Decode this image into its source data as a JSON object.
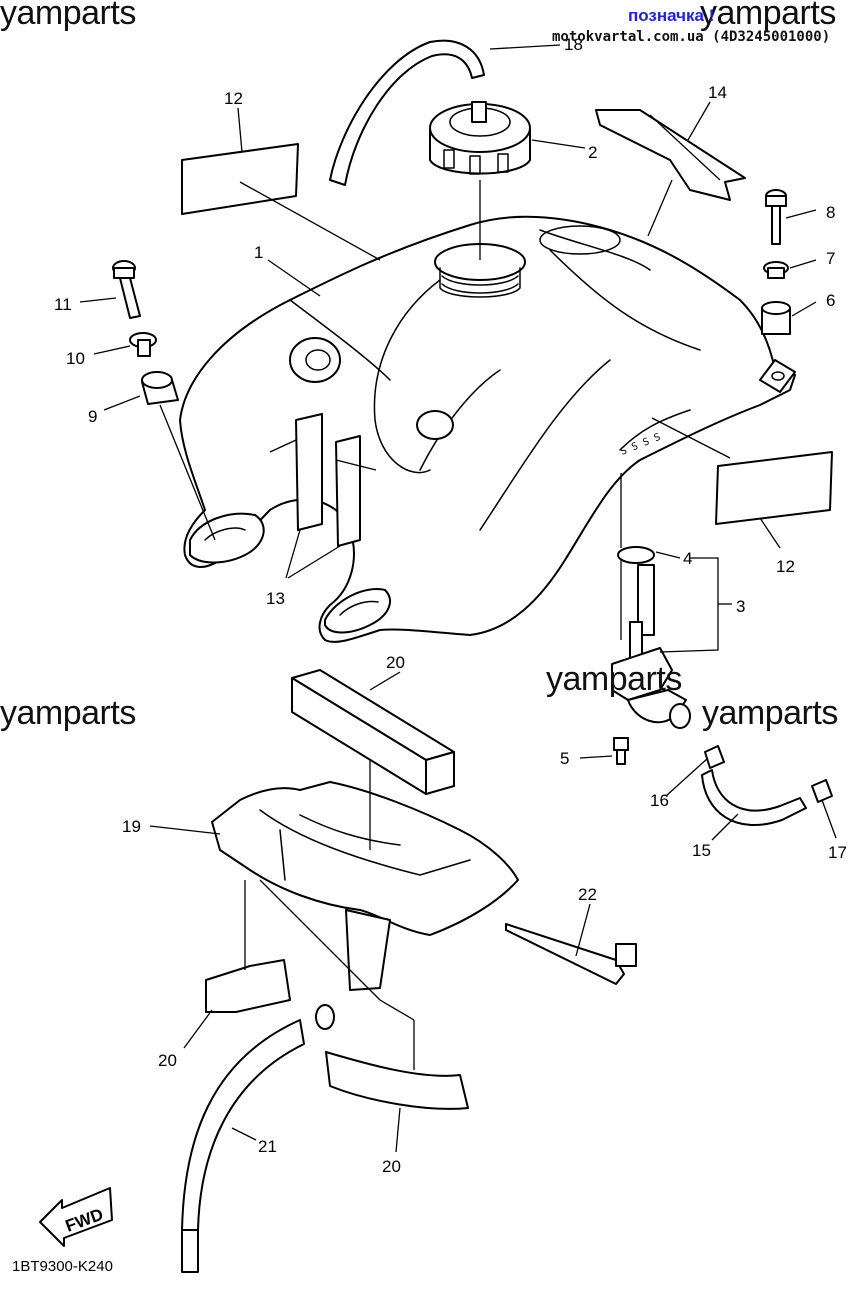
{
  "header": {
    "mark_link": "позначка !",
    "site_line": "motokvartal.com.ua (4D3245001000)"
  },
  "watermarks": [
    "yamparts",
    "yamparts",
    "yamparts",
    "yamparts",
    "yamparts"
  ],
  "diagram_code": "1BT9300-K240",
  "fwd_label": "FWD",
  "callouts": [
    "1",
    "2",
    "3",
    "4",
    "5",
    "6",
    "7",
    "8",
    "9",
    "10",
    "11",
    "12",
    "12",
    "13",
    "14",
    "15",
    "16",
    "17",
    "18",
    "19",
    "20",
    "20",
    "20",
    "21",
    "22"
  ]
}
